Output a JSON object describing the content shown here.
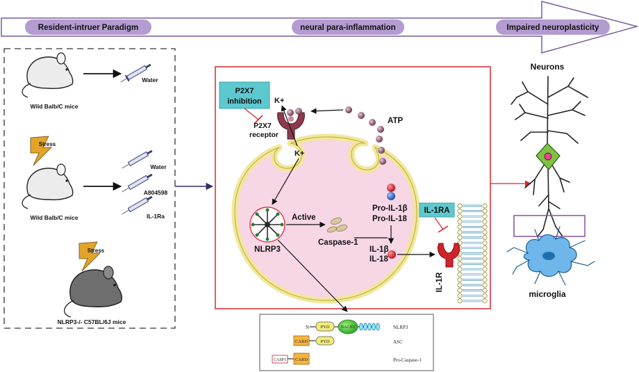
{
  "timeline": {
    "stage1": "Resident-intruer Paradigm",
    "stage2": "neural  para-inflammation",
    "stage3": "Impaired neuroplasticity"
  },
  "mice": {
    "group1_label": "Wild Balb/C mice",
    "group1_treatment": "Water",
    "group2_label": "Wild Balb/C mice",
    "group2_stress": "Stress",
    "group2_treatments": [
      "Water",
      "A804598",
      "IL-1Ra"
    ],
    "group3_label": "NLRP3-/- C57BL/6J mice",
    "group3_stress": "Stress"
  },
  "pathway": {
    "inhibitor_line1": "P2X7",
    "inhibitor_line2": "inhibition",
    "k_plus_out": "K+",
    "k_plus_in": "K+",
    "receptor_line1": "P2X7",
    "receptor_line2": "receptor",
    "atp": "ATP",
    "nlrp3": "NLRP3",
    "active": "Active",
    "caspase": "Caspase-1",
    "pro_il1b": "Pro-IL-1β",
    "pro_il18": "Pro-IL-18",
    "il1b": "IL-1β",
    "il18": "IL-18",
    "il1ra": "IL-1RA",
    "il1r": "IL-1R"
  },
  "domains": {
    "pyd": "PYD",
    "nacht": "NACHT",
    "card": "CARD",
    "casp1": "CASP1",
    "nlrp3": "NLRP3",
    "asc": "ASC",
    "pro_caspase": "Pro-Caspase-1"
  },
  "cells": {
    "neurons": "Neurons",
    "microglia": "microglia"
  },
  "colors": {
    "timeline_pill": "#b39cd0",
    "inhibitor_box": "#5ec8cf",
    "cell_fill": "#f7d6e6",
    "membrane": "#f2e79a",
    "frame_red": "#d9262e",
    "receptor": "#8c3a4e",
    "il1r": "#d1222a",
    "neuron_soma": "#7dc243",
    "microglia": "#5aa9e6",
    "purple_box": "#8a5aa8"
  }
}
